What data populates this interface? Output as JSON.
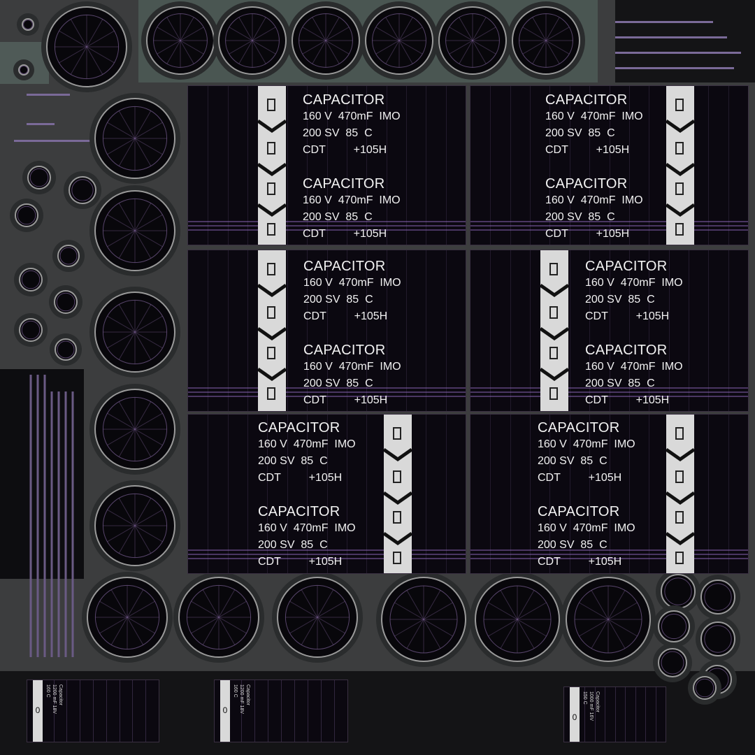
{
  "colors": {
    "background": "#3c3d3e",
    "panel": "#0b0810",
    "wire": "#8c6eaa",
    "label_strip": "#d9d9d9",
    "text": "#f2f2f2"
  },
  "labels": [
    {
      "title": "CAPACITOR",
      "line1": "160 V  470mF  IMO",
      "line2": "200 SV  85  C",
      "line3": "CDT         +105H"
    },
    {
      "title": "CAPACITOR",
      "line1": "160 V  470mF  IMO",
      "line2": "200 SV  85  C",
      "line3": "CDT         +105H"
    },
    {
      "title": "CAPACITOR",
      "line1": "160 V  470mF  IMO",
      "line2": "200 SV  85  C",
      "line3": "CDT         +105H"
    },
    {
      "title": "CAPACITOR",
      "line1": "160 V  470mF  IMO",
      "line2": "200 SV  85  C",
      "line3": "CDT         +105H"
    },
    {
      "title": "CAPACITOR",
      "line1": "160 V  470mF  IMO",
      "line2": "200 SV  85  C",
      "line3": "CDT         +105H"
    },
    {
      "title": "CAPACITOR",
      "line1": "160 V  470mF  IMO",
      "line2": "200 SV  85  C",
      "line3": "CDT         +105H"
    },
    {
      "title": "CAPACITOR",
      "line1": "160 V  470mF  IMO",
      "line2": "200 SV  85  C",
      "line3": "CDT         +105H"
    },
    {
      "title": "CAPACITOR",
      "line1": "160 V  470mF  IMO",
      "line2": "200 SV  85  C",
      "line3": "CDT         +105H"
    },
    {
      "title": "CAPACITOR",
      "line1": "160 V  470mF  IMO",
      "line2": "200 SV  85  C",
      "line3": "CDT         +105H"
    },
    {
      "title": "CAPACITOR",
      "line1": "160 V  470mF  IMO",
      "line2": "200 SV  85  C",
      "line3": "CDT         +105H"
    },
    {
      "title": "CAPACITOR",
      "line1": "160 V  470mF  IMO",
      "line2": "200 SV  85  C",
      "line3": "CDT         +105H"
    },
    {
      "title": "CAPACITOR",
      "line1": "160 V  470mF  IMO",
      "line2": "200 SV  85  C",
      "line3": "CDT         +105H"
    }
  ],
  "small_labels": [
    {
      "zero": "0",
      "l1": "Capacitor",
      "l2": "1200 mF  18V",
      "l3": "160 C"
    },
    {
      "zero": "0",
      "l1": "Capacitor",
      "l2": "1200 mF  18V",
      "l3": "160 C"
    },
    {
      "zero": "0",
      "l1": "Capacitor",
      "l2": "1000 mF  16V",
      "l3": "150 C"
    }
  ]
}
